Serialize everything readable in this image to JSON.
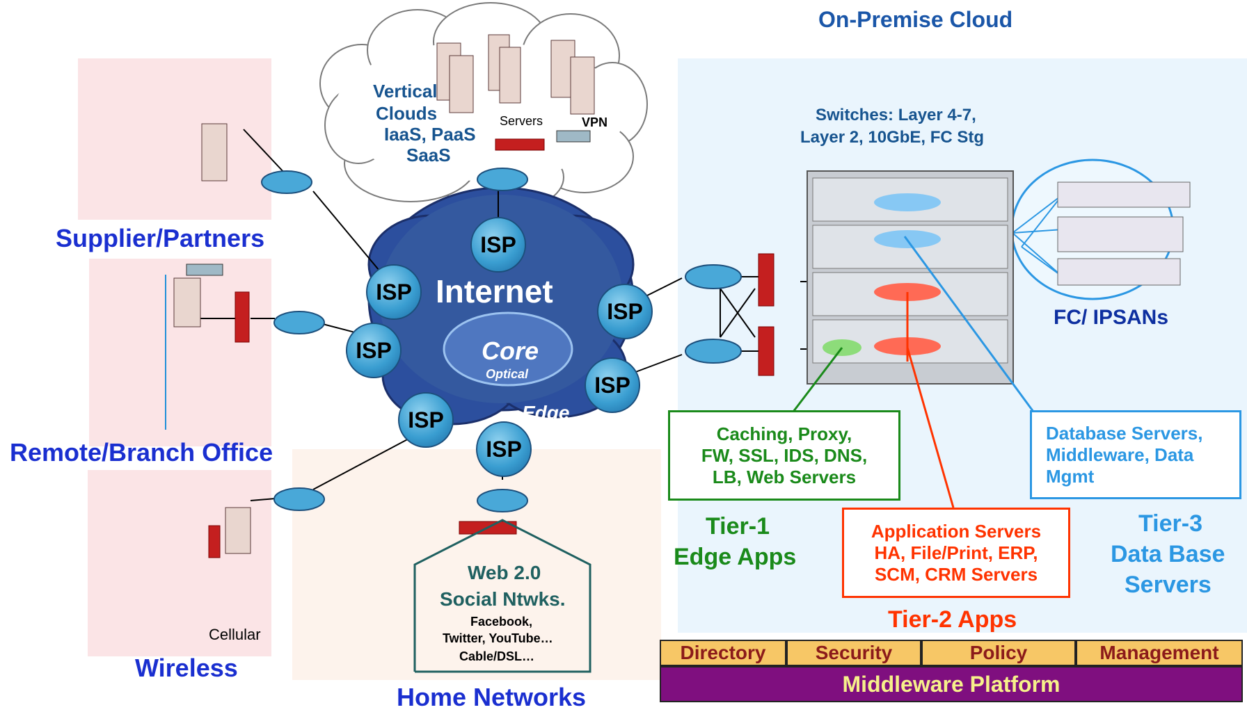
{
  "title_cloud": "On-Premise Cloud",
  "vertical_clouds": {
    "line1": "Vertical",
    "line2": "Clouds",
    "line3": "IaaS, PaaS",
    "line4": "SaaS",
    "servers_label": "Servers",
    "vpn_label": "VPN"
  },
  "internet": {
    "label": "Internet",
    "core": "Core",
    "optical": "Optical",
    "edge": "Edge",
    "isp_label": "ISP"
  },
  "sites": {
    "supplier": "Supplier/Partners",
    "remote": "Remote/Branch Office",
    "wireless": "Wireless",
    "cellular": "Cellular",
    "home": "Home Networks"
  },
  "home": {
    "line1": "Web 2.0",
    "line2": "Social Ntwks.",
    "line3": "Facebook,",
    "line4": "Twitter, YouTube…",
    "line5": "Cable/DSL…"
  },
  "switches": {
    "line1": "Switches: Layer 4-7,",
    "line2": "Layer 2, 10GbE,  FC Stg"
  },
  "san_label": "FC/ IPSANs",
  "tier1": {
    "box_line1": "Caching, Proxy,",
    "box_line2": "FW, SSL, IDS, DNS,",
    "box_line3": "LB, Web Servers",
    "label1": "Tier-1",
    "label2": "Edge Apps"
  },
  "tier2": {
    "box_line1": "Application Servers",
    "box_line2": "HA, File/Print, ERP,",
    "box_line3": "SCM, CRM Servers",
    "label": "Tier-2 Apps"
  },
  "tier3": {
    "box_line1": "Database Servers,",
    "box_line2": "Middleware, Data",
    "box_line3": "Mgmt",
    "label1": "Tier-3",
    "label2": "Data Base",
    "label3": "Servers"
  },
  "middleware": {
    "cells": [
      "Directory",
      "Security",
      "Policy",
      "Management"
    ],
    "platform": "Middleware Platform"
  },
  "colors": {
    "tier1": "#1a8a1a",
    "tier2": "#ff3300",
    "tier3": "#2b97e3",
    "heading": "#1a2fd0",
    "panel_pink": "#fbe4e6",
    "panel_blue": "#eaf5fd",
    "middleware": "#7f0f7f"
  }
}
